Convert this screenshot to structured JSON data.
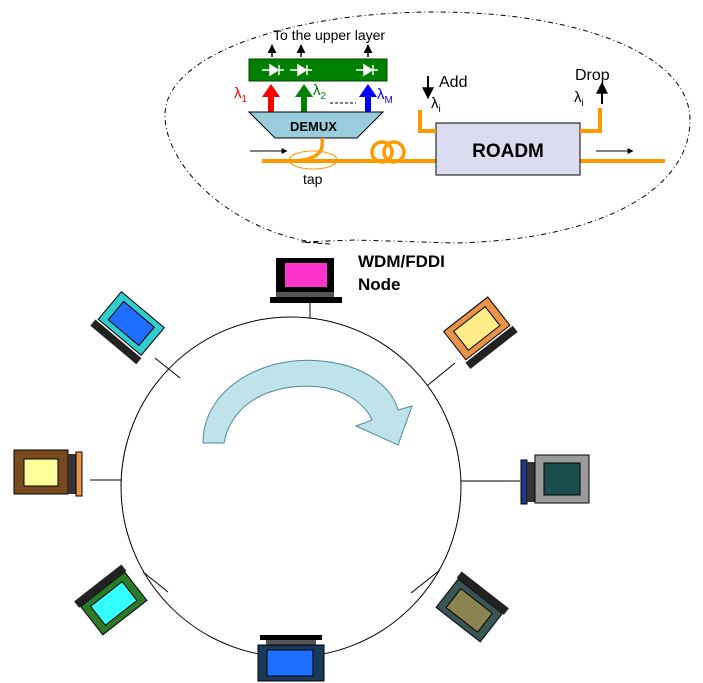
{
  "bubble": {
    "upper_layer_label": "To the upper layer",
    "lambda_labels": [
      {
        "symbol": "λ",
        "sub": "1",
        "color": "#ff0000"
      },
      {
        "symbol": "λ",
        "sub": "2",
        "color": "#008000"
      },
      {
        "symbol": "λ",
        "sub": "M",
        "color": "#0000ff"
      }
    ],
    "demux_label": "DEMUX",
    "tap_label": "tap",
    "roadm_label": "ROADM",
    "add_label": "Add",
    "drop_label": "Drop",
    "add_lambda": {
      "symbol": "λ",
      "sub": "i"
    },
    "drop_lambda": {
      "symbol": "λ",
      "sub": "i"
    }
  },
  "node_label": {
    "line1": "WDM/FDDI",
    "line2": "Node"
  },
  "colors": {
    "fiber": "#ff9900",
    "detector_bar": "#008000",
    "demux_fill": "#99ccdd",
    "roadm_fill": "#dcdcf0",
    "rotation_arrow": "#bfe3ea"
  },
  "nodes": [
    {
      "name": "top",
      "frame": "#000000",
      "screen": "#ff33cc"
    },
    {
      "name": "upper-left",
      "frame": "#33cccc",
      "screen": "#1e6fff"
    },
    {
      "name": "upper-right",
      "frame": "#e8924a",
      "screen": "#ffee88"
    },
    {
      "name": "left",
      "frame": "#7a4a1e",
      "screen": "#ffff99"
    },
    {
      "name": "right",
      "frame": "#9a9a9a",
      "screen": "#1a4d4d"
    },
    {
      "name": "lower-left",
      "frame": "#2a7a2a",
      "screen": "#33ffff"
    },
    {
      "name": "lower-right",
      "frame": "#3a5555",
      "screen": "#8a8450"
    },
    {
      "name": "bottom",
      "frame": "#1a3a5a",
      "screen": "#1e6fff"
    }
  ]
}
